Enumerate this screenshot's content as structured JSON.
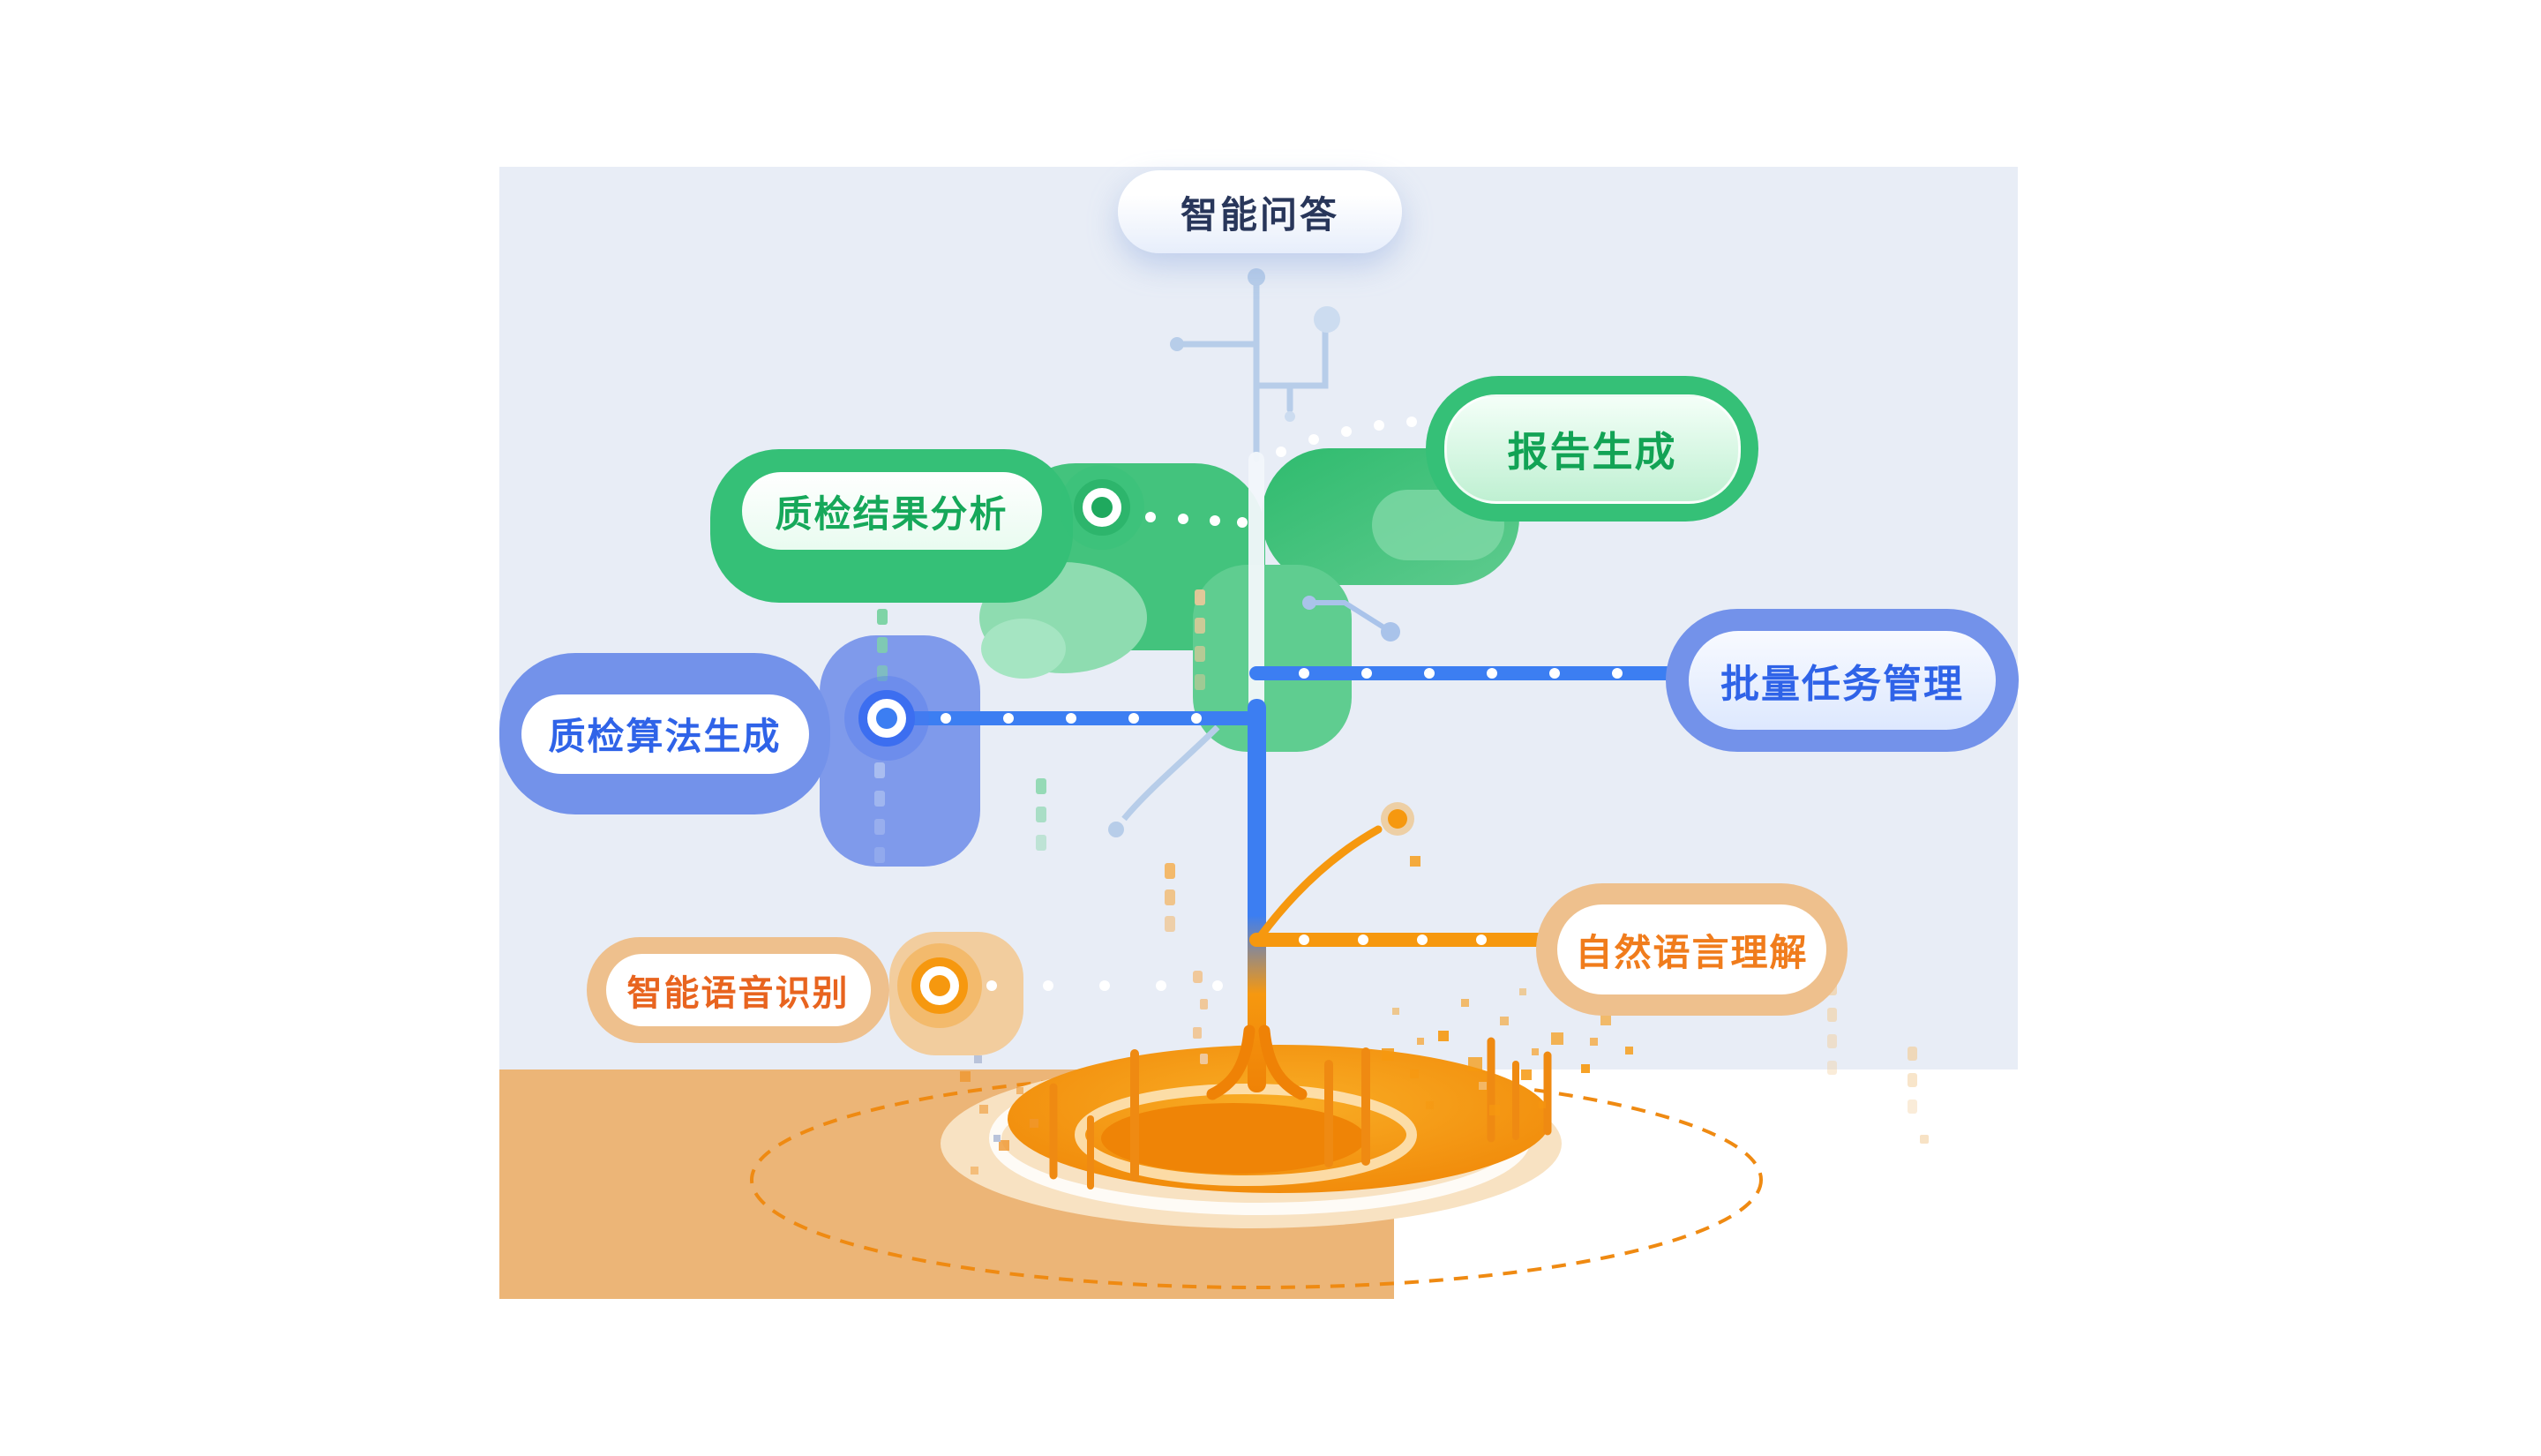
{
  "scene": {
    "description": "AI capability tree diagram",
    "root": {
      "label": "智能问答"
    },
    "nodes": [
      {
        "id": "report-generation",
        "label": "报告生成",
        "theme": "green",
        "side": "right"
      },
      {
        "id": "quality-result-analysis",
        "label": "质检结果分析",
        "theme": "green",
        "side": "left"
      },
      {
        "id": "batch-task-management",
        "label": "批量任务管理",
        "theme": "blue",
        "side": "right"
      },
      {
        "id": "quality-algorithm-generation",
        "label": "质检算法生成",
        "theme": "blue",
        "side": "left"
      },
      {
        "id": "natural-language-understanding",
        "label": "自然语言理解",
        "theme": "orange",
        "side": "right"
      },
      {
        "id": "speech-recognition",
        "label": "智能语音识别",
        "theme": "orange",
        "side": "left"
      }
    ],
    "colors": {
      "backdrop": "#e8edf6",
      "ground_panel": "#ecb577",
      "green": "#35c077",
      "green_text": "#14a356",
      "blue": "#7392ea",
      "blue_branch": "#3c7ef2",
      "blue_text": "#2f63e8",
      "orange": "#f6980f",
      "orange_text": "#f07c1c",
      "orange_text_deep": "#e8641f",
      "tan": "#eec08d",
      "root_text": "#28365a"
    }
  }
}
